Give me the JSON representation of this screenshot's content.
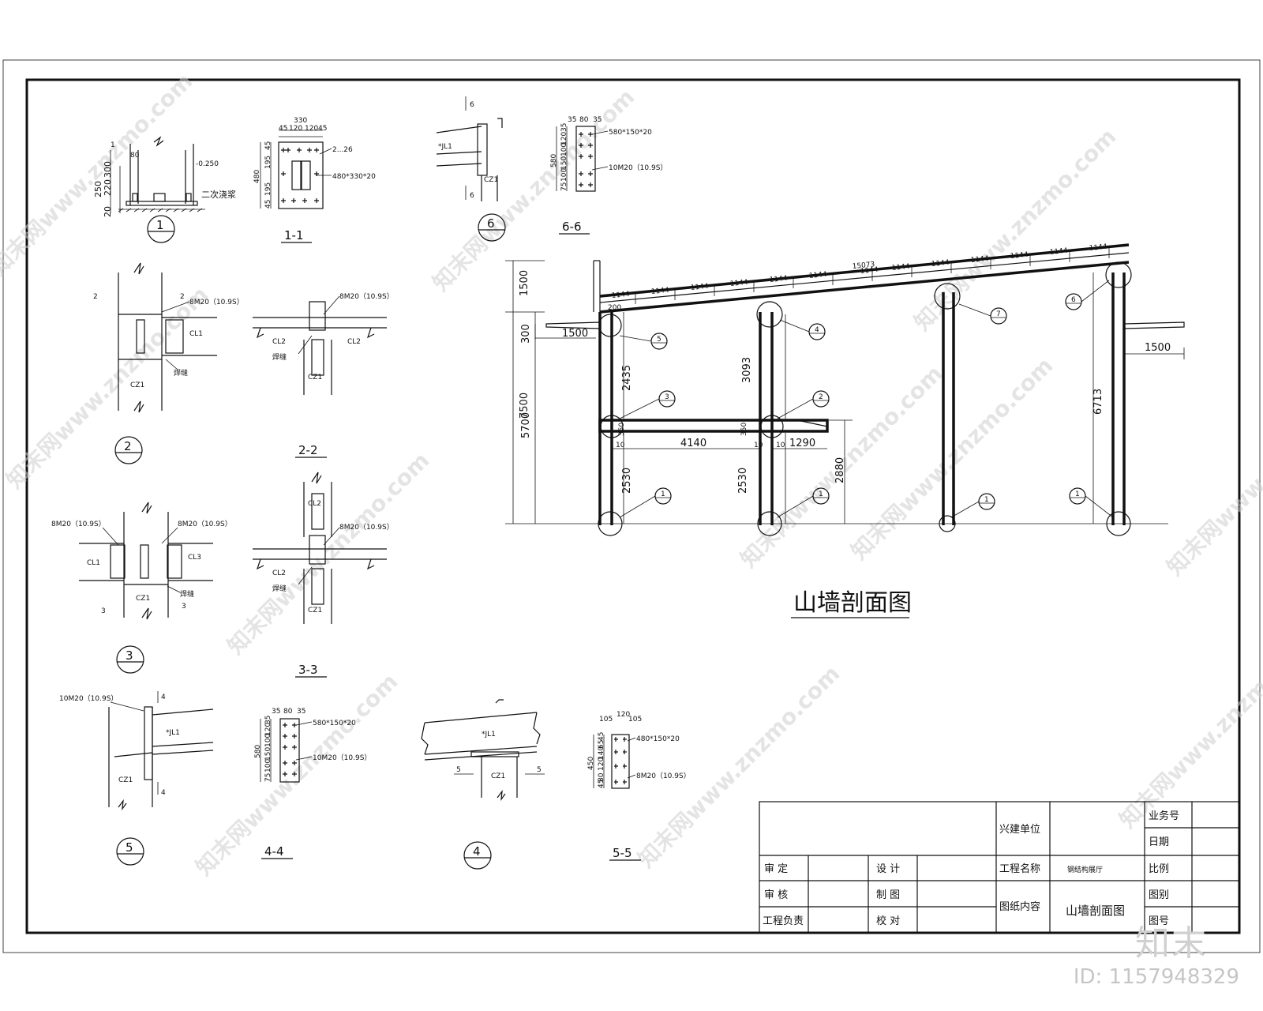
{
  "details": {
    "d1": {
      "dim_top": "80",
      "mark_1": "1",
      "dims_v": [
        "250",
        "220",
        "300"
      ],
      "dim_bot": "20",
      "elev": "-0.250",
      "grout": "二次浇浆",
      "label": "1"
    },
    "s11": {
      "title": "1-1",
      "dim_w": "330",
      "dims_top": [
        "45",
        "120",
        "120",
        "45"
      ],
      "dim_h": "480",
      "dims_side": [
        "45",
        "195",
        "195",
        "45"
      ],
      "hole": "2...26",
      "plate": "480*330*20"
    },
    "d6": {
      "marks": [
        "6",
        "6"
      ],
      "member_top": "*JL1",
      "member_col": "CZ1",
      "label": "6"
    },
    "s66": {
      "title": "6-6",
      "dims_top": [
        "35",
        "80",
        "35"
      ],
      "dim_h": "580",
      "dims_side": [
        "75",
        "100",
        "150",
        "100",
        "120",
        "35"
      ],
      "plate": "580*150*20",
      "bolts": "10M20（10.9S）"
    },
    "d2": {
      "marks": [
        "2",
        "2"
      ],
      "bolts": "8M20（10.9S）",
      "beam": "CL1",
      "col": "CZ1",
      "weld": "焊缝",
      "label": "2"
    },
    "s22": {
      "title": "2-2",
      "bolts": "8M20（10.9S）",
      "beam_l": "CL2",
      "beam_r": "CL2",
      "col": "CZ1",
      "weld": "焊缝"
    },
    "d3": {
      "bolts_l": "8M20（10.9S）",
      "bolts_r": "8M20（10.9S）",
      "beam_l": "CL1",
      "beam_r": "CL3",
      "col": "CZ1",
      "weld": "焊缝",
      "marks": [
        "3",
        "3"
      ],
      "label": "3"
    },
    "s33": {
      "title": "3-3",
      "bolts": "8M20（10.9S）",
      "top": "CL2",
      "beam": "CL2",
      "col": "CZ1",
      "weld": "焊缝"
    },
    "d5": {
      "bolts": "10M20（10.9S）",
      "member": "*JL1",
      "col": "CZ1",
      "marks": [
        "4",
        "4"
      ],
      "label": "5"
    },
    "s44": {
      "title": "4-4",
      "dims_top": [
        "35",
        "80",
        "35"
      ],
      "dim_h": "580",
      "dims_side": [
        "75",
        "100",
        "150",
        "100",
        "120",
        "35"
      ],
      "plate": "580*150*20",
      "bolts": "10M20（10.9S）"
    },
    "d4": {
      "member": "*JL1",
      "col": "CZ1",
      "marks": [
        "5",
        "5"
      ],
      "label": "4"
    },
    "s55": {
      "title": "5-5",
      "dims_top": [
        "105",
        "120",
        "105"
      ],
      "dim_h": "450",
      "dims_side": [
        "45",
        "80",
        "120",
        "140",
        "65",
        "45"
      ],
      "plate": "480*150*20",
      "bolts": "8M20（10.9S）"
    }
  },
  "elevation": {
    "title": "山墙剖面图",
    "dims_left_outer": [
      "1500",
      "7500"
    ],
    "dims_left_inner": [
      "300",
      "5700"
    ],
    "overhang_left": "1500",
    "overhang_right": "1500",
    "rafter_total": "15073",
    "rafter_segments": [
      "1144",
      "1144",
      "1144",
      "1144",
      "1144",
      "1144",
      "1144",
      "1144",
      "1144",
      "1144",
      "1144",
      "1144",
      "1144"
    ],
    "haunch": "200",
    "col_dims": [
      "2435",
      "3093",
      "6713",
      "2530",
      "2530"
    ],
    "beam_depth": [
      "350",
      "350"
    ],
    "beam_span": "4140",
    "beam_end": "1290",
    "beam_gap": [
      "10",
      "10",
      "10"
    ],
    "beam_height": "2880",
    "callouts": [
      "1",
      "2",
      "3",
      "4",
      "5",
      "6",
      "7"
    ]
  },
  "title_block": {
    "labels": {
      "client": "兴建单位",
      "project": "工程名称",
      "content": "图纸内容",
      "approve": "审 定",
      "review": "审 核",
      "chief": "工程负责",
      "design": "设 计",
      "draw": "制 图",
      "check": "校 对",
      "job_no": "业务号",
      "date": "日期",
      "scale": "比例",
      "category": "图别",
      "sheet_no": "图号"
    },
    "values": {
      "project": "钢结构展厅",
      "content": "山墙剖面图"
    }
  },
  "watermark": {
    "text": "知末网www.znzmo.com",
    "brand": "知末",
    "id": "ID: 1157948329"
  }
}
